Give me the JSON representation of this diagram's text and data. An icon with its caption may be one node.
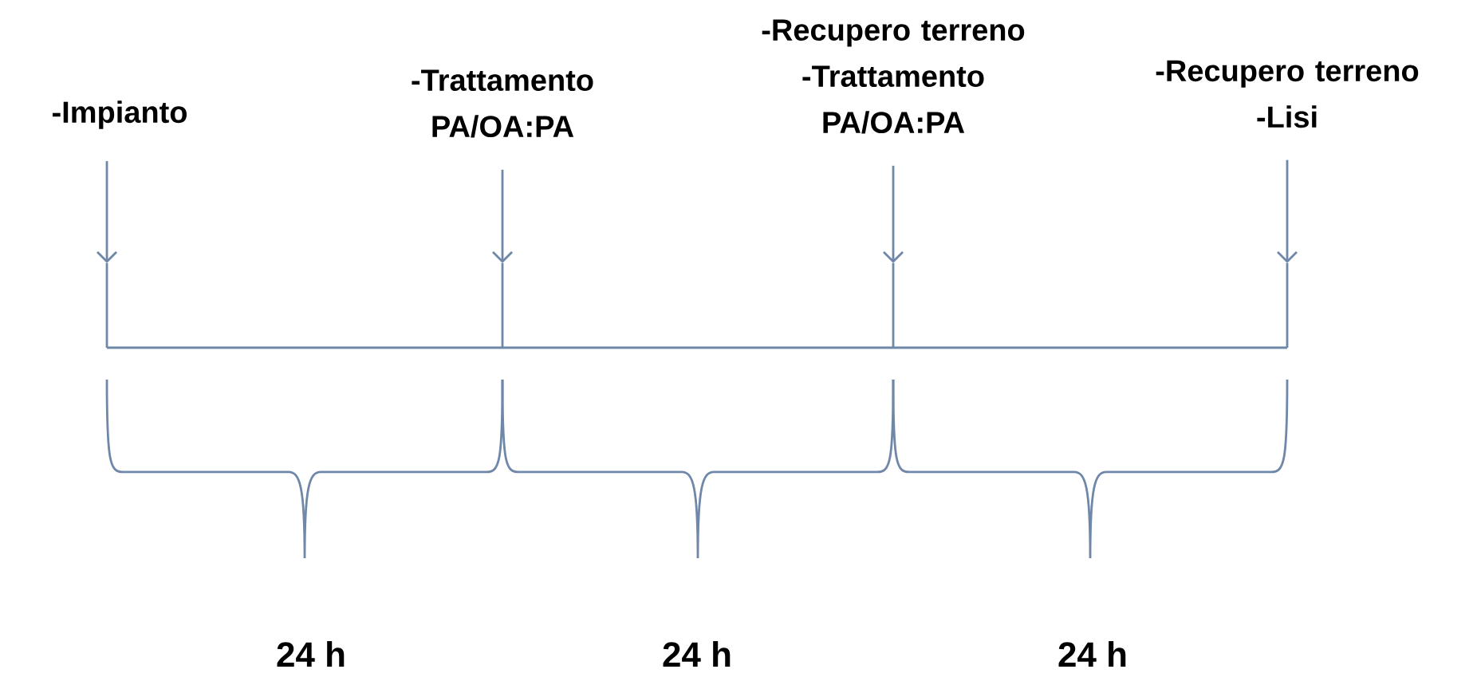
{
  "diagram": {
    "nodes": [
      {
        "text": [
          "-Impianto"
        ]
      },
      {
        "text": [
          "-Trattamento PA/OA:PA"
        ]
      },
      {
        "text": [
          "-Recupero terreno",
          "-Trattamento PA/OA:PA"
        ]
      },
      {
        "text": [
          "-Recupero terreno",
          "-Lisi"
        ]
      }
    ],
    "edges": [
      {
        "from": 0,
        "to": null,
        "arrow": "to"
      },
      {
        "from": 1,
        "to": null,
        "arrow": "to"
      },
      {
        "from": 2,
        "to": null,
        "arrow": "to"
      },
      {
        "from": 3,
        "to": null,
        "arrow": "to"
      }
    ],
    "labels": [
      "24 h",
      "24 h",
      "24 h"
    ]
  }
}
